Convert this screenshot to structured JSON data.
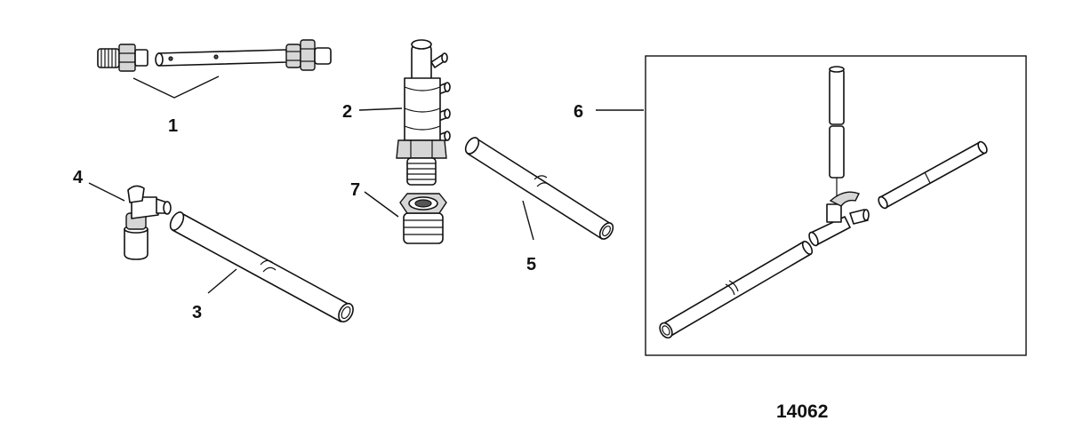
{
  "figure": {
    "number": "14062"
  },
  "callouts": {
    "c1": "1",
    "c2": "2",
    "c3": "3",
    "c4": "4",
    "c5": "5",
    "c6": "6",
    "c7": "7"
  }
}
